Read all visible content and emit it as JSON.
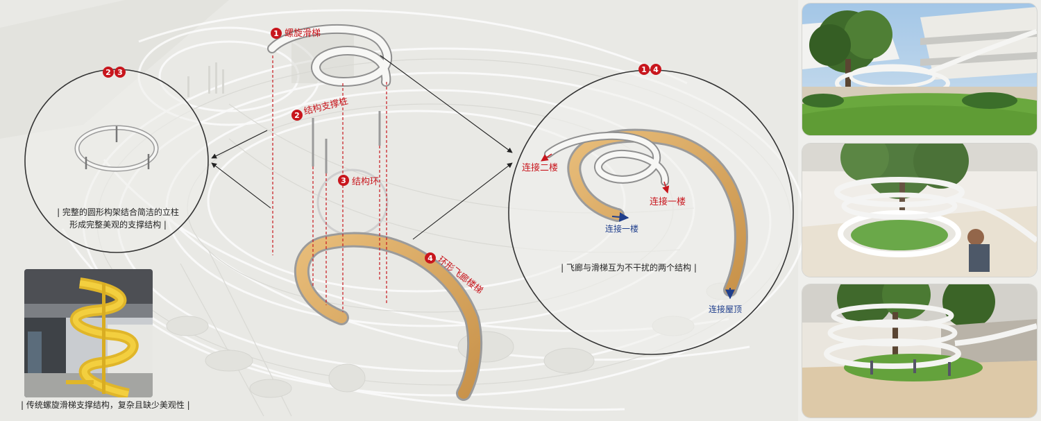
{
  "labels": {
    "spiral_slide": "螺旋滑梯",
    "support_column": "结构支撑柱",
    "structure_ring": "结构环",
    "ring_gallery": "环形飞廊楼梯"
  },
  "badges": {
    "spiral_slide": "1",
    "support_column": "2",
    "structure_ring": "3",
    "ring_gallery": "4",
    "left_circle_a": "2",
    "left_circle_b": "3",
    "right_circle_a": "1",
    "right_circle_b": "4"
  },
  "left_detail": {
    "caption_line1": "| 完整的圆形构架结合简洁的立柱",
    "caption_line2": "形成完整美观的支撑结构 |"
  },
  "right_detail": {
    "connect_second_floor": "连接二楼",
    "connect_first_floor_red": "连接一楼",
    "connect_first_floor_blue": "连接一楼",
    "connect_roof": "连接屋顶",
    "caption": "| 飞廊与滑梯互为不干扰的两个结构 |"
  },
  "bottom_left": {
    "caption": "| 传统螺旋滑梯支撑结构，复杂且缺少美观性 |"
  },
  "colors": {
    "badge_red": "#c8161d",
    "label_red": "#c8161d",
    "label_blue": "#1f3e8c",
    "wood": "#d9a860",
    "dashed_guide": "#c8161d"
  },
  "icons": {
    "arrow": "arrow-icon",
    "number_badge": "number-badge-icon"
  }
}
